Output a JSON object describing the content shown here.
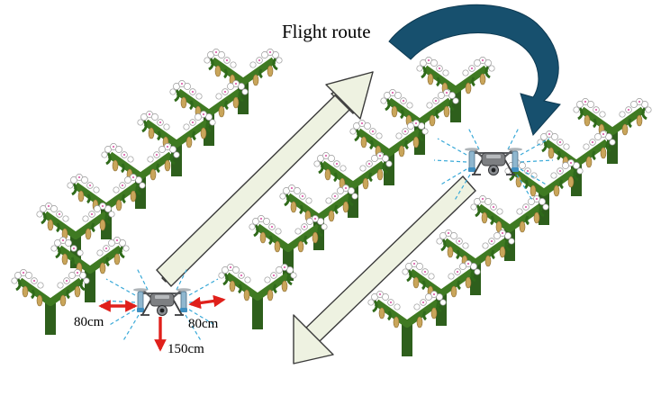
{
  "diagram": {
    "title": "Flight route",
    "measurements": {
      "left": "80cm",
      "right": "80cm",
      "down": "150cm"
    },
    "colors": {
      "trunk": "#2e5f1c",
      "leaf": "#3f7a22",
      "flower": "#ffffff",
      "fruit": "#c9a55a",
      "route_arrow_fill": "#eef2e1",
      "route_arrow_stroke": "#3a3a3a",
      "turn_arrow": "#17506e",
      "distance_arrow": "#e0201b",
      "spray_lines": "#39a9d8",
      "drone_body": "#7d7f82"
    }
  }
}
